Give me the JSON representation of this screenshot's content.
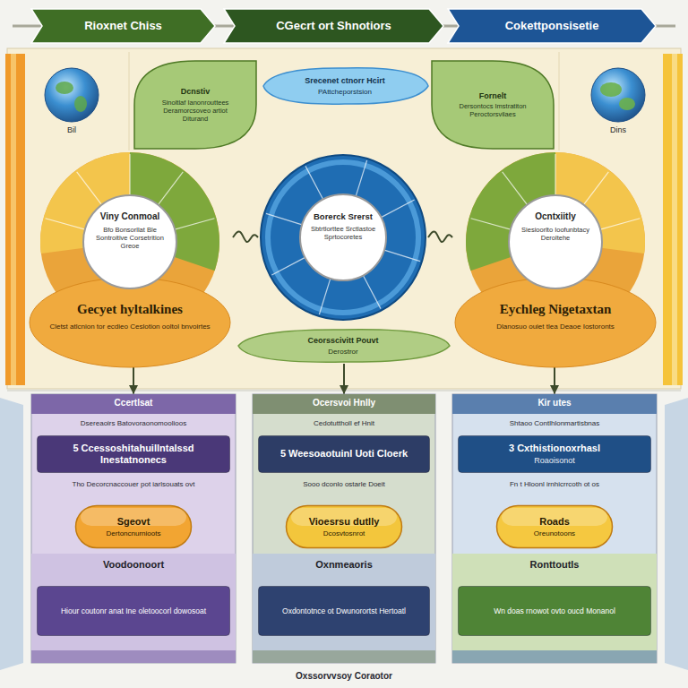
{
  "diagram": {
    "caption": "Oxssorvvsoy Coraotor",
    "nodes": [
      {
        "text": [
          "Rioxnet Chiss"
        ]
      },
      {
        "text": [
          "CGecrt ort Shnotiors"
        ]
      },
      {
        "text": [
          "Cokettponsisetie"
        ]
      },
      {
        "text": [
          "Dcnstiv",
          "Sinoltlaf Ianonrouttees Deramorcsoveo artiot Diturand"
        ]
      },
      {
        "text": [
          "Srecenet ctnorr Hcirt",
          "PAttcheporstsion"
        ]
      },
      {
        "text": [
          "Fornelt",
          "Dersontocs Imstratiton Peroctorsvilaes"
        ]
      },
      {
        "text": [
          "Viny Conmoal",
          "Bfo Bonsorllat Ble Sontroitive Corsetrition Greoe",
          "Gecyet hyltalkines",
          "Cletst atlcnion tor ecdieo Ceslotion ooltol bnvoirtes"
        ]
      },
      {
        "text": [
          "Borerck Srerst",
          "Sbtrtlorttee Srctlastoe Sprtocoretes"
        ]
      },
      {
        "text": [
          "Ocntxiitly",
          "Siesioorlto Ioofunbtacy Deroltehe",
          "Eychleg Nigetaxtan",
          "Dlanosuo ouiet tlea Deaoe Iostoronts"
        ]
      },
      {
        "text": [
          "Ceorsscivitt Pouvt",
          "Derostror"
        ]
      },
      {
        "text": [
          "Ccertlsat",
          "Dsereaoirs Batovoraonomoolioos",
          "Tho Decorcnaccouer pot iarlsouats ovt",
          "Voodoonoort"
        ]
      },
      {
        "text": [
          "5 Ccessoshitahuillntalssd Inestatnonecs"
        ],
        "in": 10
      },
      {
        "text": [
          "Sgeovt",
          "Dertoncnurnioots"
        ],
        "in": 10
      },
      {
        "text": [
          "Hiour coutonr anat Ine oletoocorl dowosoat"
        ],
        "in": 10
      },
      {
        "text": [
          "Ocersvoi Hnlly",
          "Cedotuttholl ef Hnit",
          "Sooo dconlo ostarle Doeit",
          "Oxnmeaoris"
        ]
      },
      {
        "text": [
          "5 Weesoaotuinl Uoti Cloerk"
        ],
        "in": 14
      },
      {
        "text": [
          "Vioesrsu dutlly",
          "Dcosvtosnrot"
        ],
        "in": 14
      },
      {
        "text": [
          "Oxdontotnce ot Dwunorortst Hertoatl"
        ],
        "in": 14
      },
      {
        "text": [
          "Kir utes",
          "Shtaoo Contlhlonmartisbnas",
          "Fn t Hloonl irnhicrrcoth ot os",
          "Ronttoutls"
        ]
      },
      {
        "text": [
          "3 Cxthistionoxrhasl",
          "Roaoisonot"
        ],
        "in": 18
      },
      {
        "text": [
          "Roads",
          "Oreunotoons"
        ],
        "in": 18
      },
      {
        "text": [
          "Wn doas rnowot ovto oucd Monanol"
        ],
        "in": 18
      }
    ],
    "edges": [
      {
        "from": 6,
        "to": 7,
        "arrow": "none"
      },
      {
        "from": 7,
        "to": 8,
        "arrow": "none"
      },
      {
        "from": 6,
        "to": 10,
        "arrow": "to"
      },
      {
        "from": 9,
        "to": 14,
        "arrow": "to"
      },
      {
        "from": 8,
        "to": 18,
        "arrow": "to"
      }
    ],
    "labels": [
      "Bil",
      "Dins"
    ]
  }
}
